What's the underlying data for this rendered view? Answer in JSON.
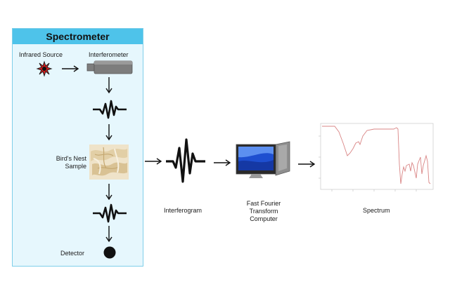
{
  "spectrometer": {
    "title": "Spectrometer",
    "labels": {
      "infrared_source": "Infrared Source",
      "interferometer": "Interferometer",
      "sample_line1": "Bird's Nest",
      "sample_line2": "Sample",
      "detector": "Detector"
    }
  },
  "stages": {
    "interferogram": "Interferogram",
    "fft_line1": "Fast Fourier",
    "fft_line2": "Transform",
    "fft_line3": "Computer",
    "spectrum": "Spectrum"
  },
  "colors": {
    "panel_bg": "#e6f7fd",
    "panel_header": "#4ec3ea",
    "panel_border": "#7fcfe9",
    "source": "#d81b1b",
    "spectrum_line": "#d98585"
  },
  "icons": [
    "starburst-icon",
    "interferometer-icon",
    "signal-wave-icon",
    "sample-photo",
    "detector-icon",
    "computer-icon",
    "spectrum-plot"
  ]
}
